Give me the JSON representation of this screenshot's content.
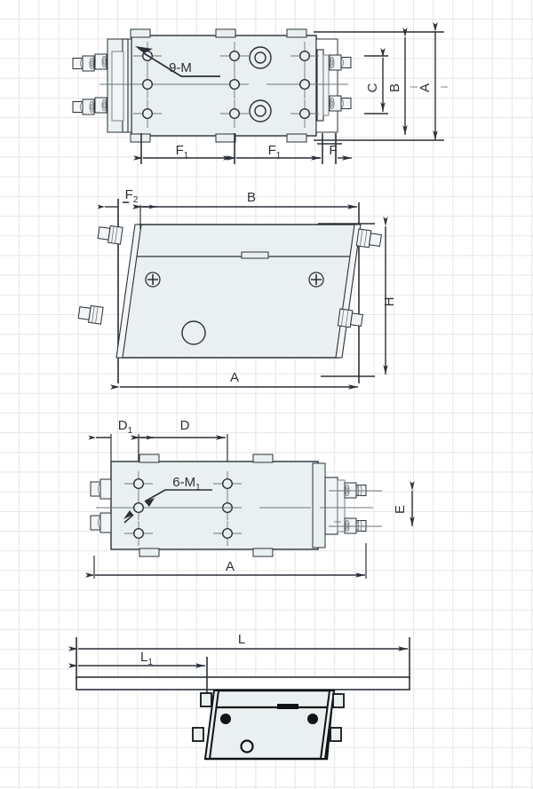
{
  "drawing": {
    "title": "Heat exchanger / plate unit multi-view dimensional drawing",
    "background": "graph-paper-grid",
    "grid_color": "#e6e6e6",
    "line_color": "#2b3038",
    "thin_line_color": "#6d757f",
    "body_fill": "#eaeff0",
    "hardware_fill": "#f2f4f5",
    "sheet_fill": "#ffffff"
  },
  "views": [
    {
      "id": "view-top",
      "name": "top-view",
      "dimension_labels": [
        "A",
        "B",
        "C",
        "F",
        "F1",
        "F1"
      ],
      "callouts": [
        "9-M"
      ]
    },
    {
      "id": "view-front",
      "name": "front-view",
      "dimension_labels": [
        "F2",
        "B",
        "H",
        "A"
      ],
      "callouts": []
    },
    {
      "id": "view-side",
      "name": "side-view",
      "dimension_labels": [
        "D1",
        "D",
        "E",
        "A"
      ],
      "callouts": [
        "6-M1"
      ]
    },
    {
      "id": "view-assembly",
      "name": "assembly-view",
      "dimension_labels": [
        "L",
        "L1"
      ],
      "callouts": []
    }
  ],
  "labels": {
    "callout_9m": "9-M",
    "callout_6m1_base": "6-M",
    "callout_6m1_sub": "1",
    "dim_A": "A",
    "dim_A2": "A",
    "dim_A3": "A",
    "dim_B": "B",
    "dim_B2": "B",
    "dim_C": "C",
    "dim_D": "D",
    "dim_D1_base": "D",
    "dim_D1_sub": "1",
    "dim_E": "E",
    "dim_F": "F",
    "dim_F1_base": "F",
    "dim_F1_sub": "1",
    "dim_F1b_base": "F",
    "dim_F1b_sub": "1",
    "dim_F2_base": "F",
    "dim_F2_sub": "2",
    "dim_H": "H",
    "dim_L": "L",
    "dim_L1_base": "L",
    "dim_L1_sub": "1"
  }
}
